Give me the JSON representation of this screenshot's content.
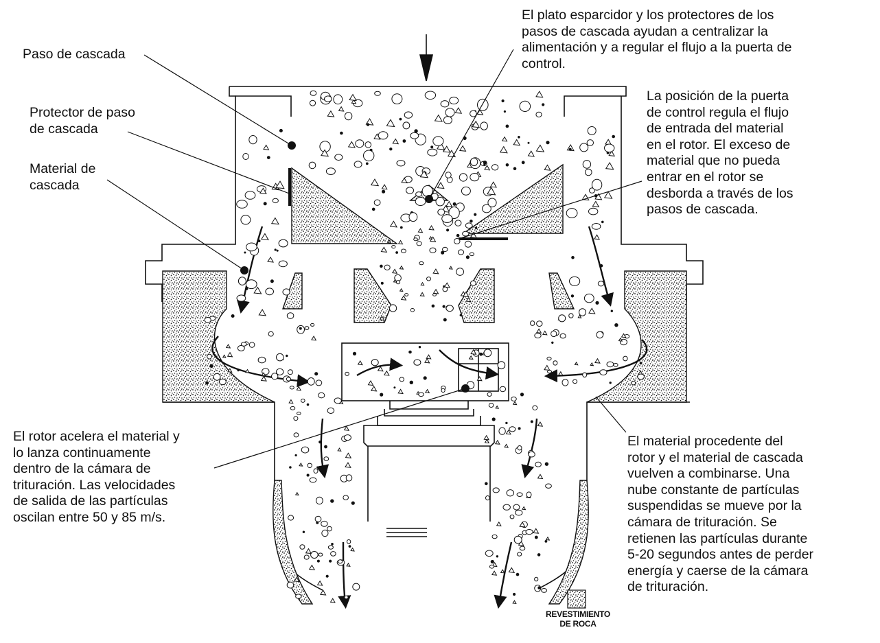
{
  "labels": {
    "spreader": [
      "El plato esparcidor y los protectores de los",
      "pasos de cascada ayudan a centralizar la",
      "alimentación y a regular el flujo a la puerta de",
      "control."
    ],
    "cascade_port": [
      "Paso de cascada"
    ],
    "cascade_port_protector": [
      "Protector de paso",
      "de cascada"
    ],
    "cascade_material": [
      "Material de",
      "cascada"
    ],
    "control_gate": [
      "La posición de la puerta",
      "de control regula el flujo",
      "de entrada del material",
      "en el rotor. El exceso de",
      "material que no pueda",
      "entrar en el rotor se",
      "desborda a través de los",
      "pasos de cascada."
    ],
    "rotor": [
      "El rotor acelera el material y",
      "lo lanza continuamente",
      "dentro de la cámara de",
      "trituración. Las velocidades",
      "de salida de las partículas",
      "oscilan entre 50 y 85 m/s."
    ],
    "recombine": [
      "El material procedente del",
      "rotor y el material de cascada",
      "vuelven a combinarse. Una",
      "nube constante de partículas",
      "suspendidas se mueve por la",
      "cámara de trituración. Se",
      "retienen las partículas durante",
      "5-20 segundos antes de perder",
      "energía y caerse de la cámara",
      "de trituración."
    ]
  },
  "legend": {
    "lines": [
      "REVESTIMIENTO",
      "DE ROCA"
    ],
    "swatch_icon": "rock-lining-swatch"
  },
  "colors": {
    "ink": "#111111",
    "paper": "#ffffff"
  }
}
